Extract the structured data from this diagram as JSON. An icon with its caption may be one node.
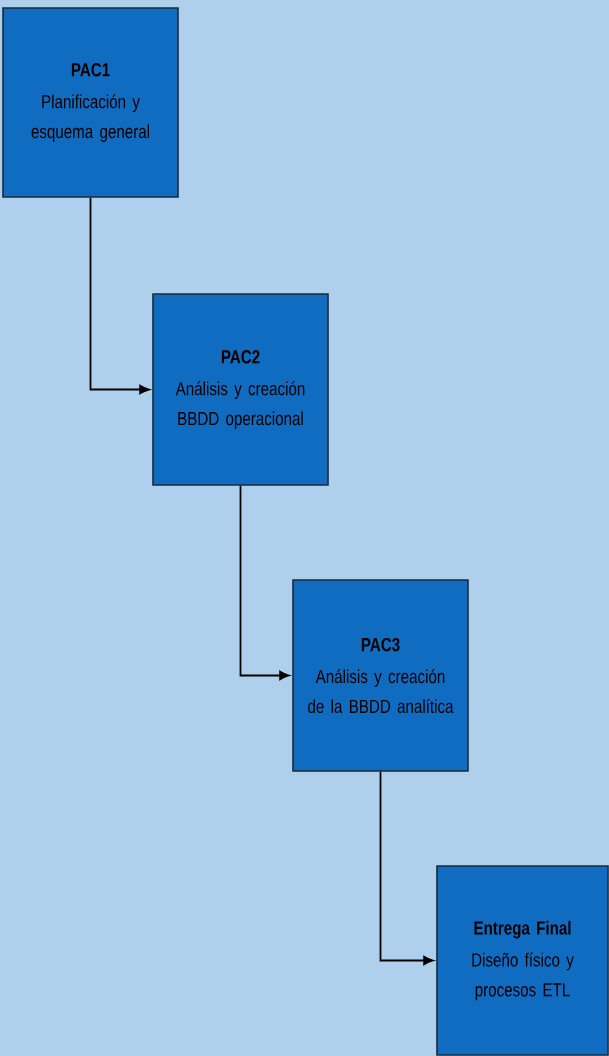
{
  "diagram": {
    "nodes": [
      {
        "text": [
          "PAC1",
          "Planificación y esquema general"
        ]
      },
      {
        "text": [
          "PAC2",
          "Análisis y creación BBDD operacional"
        ]
      },
      {
        "text": [
          "PAC3",
          "Análisis y creación de la BBDD analítica"
        ]
      },
      {
        "text": [
          "Entrega Final",
          "Diseño físico y procesos ETL"
        ]
      }
    ],
    "edges": [
      {
        "from": 0,
        "to": 1,
        "arrow": "to"
      },
      {
        "from": 1,
        "to": 2,
        "arrow": "to"
      },
      {
        "from": 2,
        "to": 3,
        "arrow": "to"
      }
    ]
  }
}
